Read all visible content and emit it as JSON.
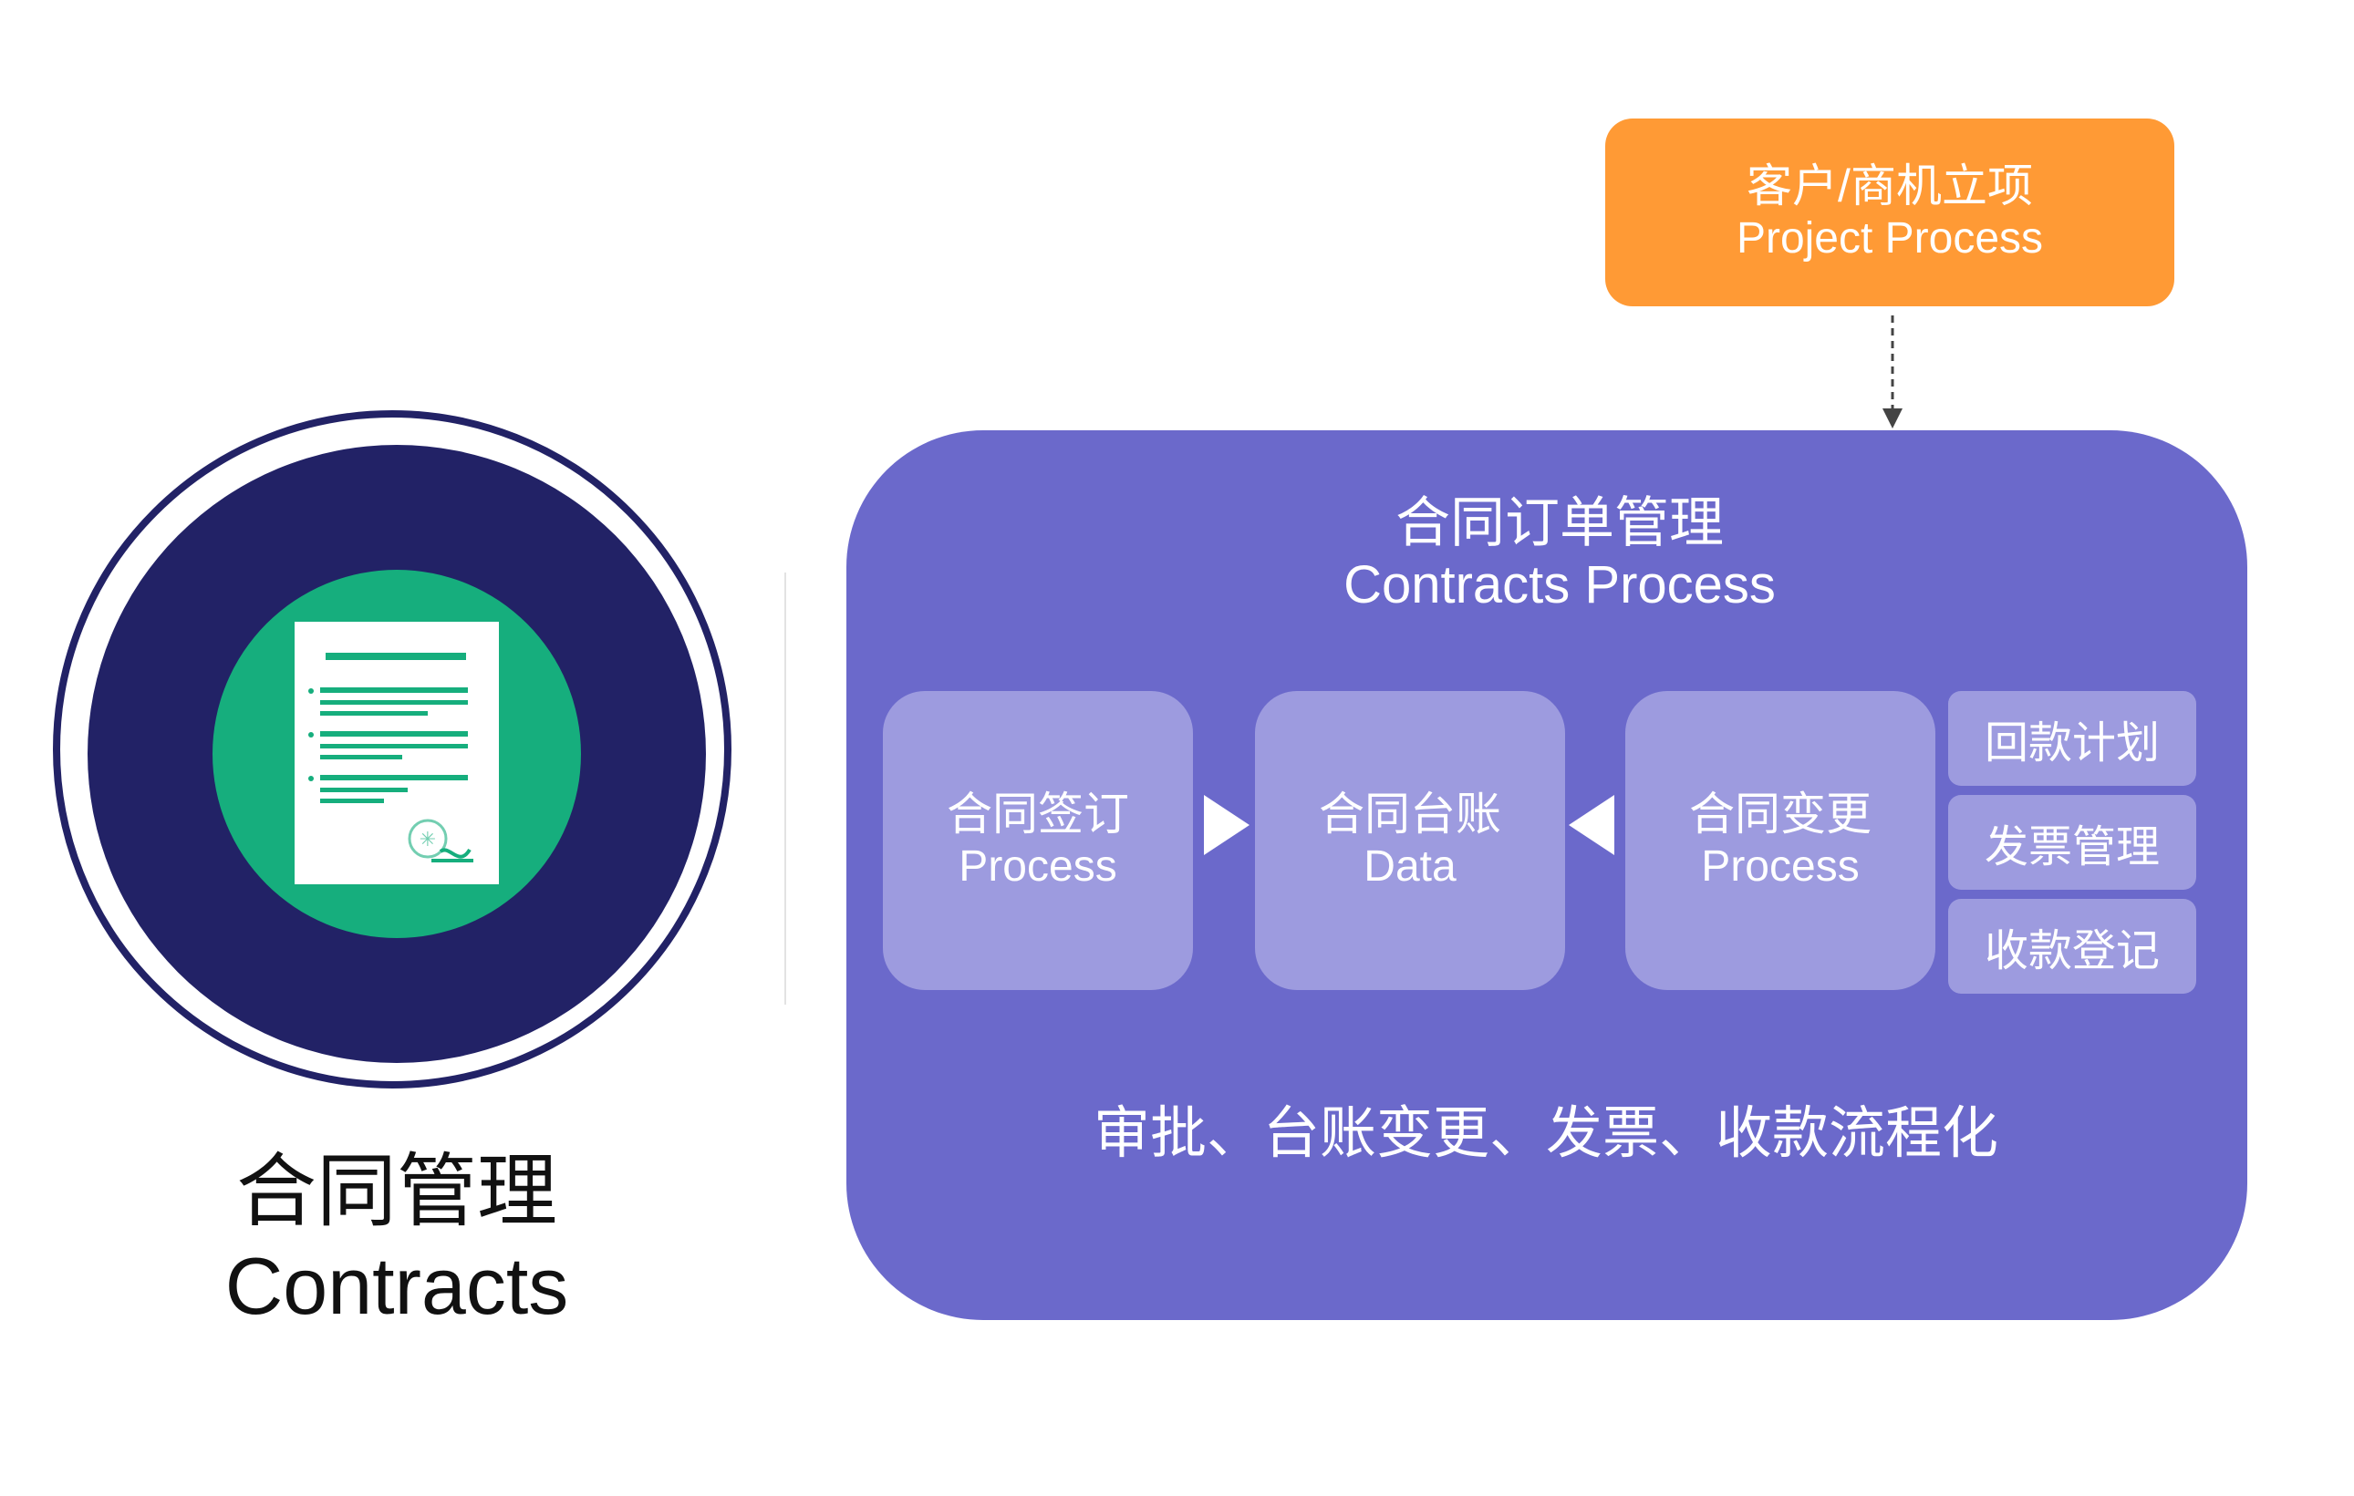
{
  "left": {
    "title_cn": "合同管理",
    "title_en": "Contracts"
  },
  "source_box": {
    "line1": "客户/商机立项",
    "line2": "Project Process",
    "color": "#ff9a35"
  },
  "main_panel": {
    "title_cn": "合同订单管理",
    "title_en": "Contracts Process",
    "color": "#6b69cb",
    "steps": [
      {
        "line1": "合同签订",
        "line2": "Process"
      },
      {
        "line1": "合同台账",
        "line2": "Data"
      },
      {
        "line1": "合同变更",
        "line2": "Process"
      }
    ],
    "side_items": [
      "回款计划",
      "发票管理",
      "收款登记"
    ],
    "footer": "审批、台账变更、发票、收款流程化"
  },
  "colors": {
    "navy": "#222266",
    "green": "#16ae7d",
    "step_fill": "#9d9bdf"
  },
  "icons": [
    "contract-document-icon",
    "seal-stamp-icon"
  ]
}
